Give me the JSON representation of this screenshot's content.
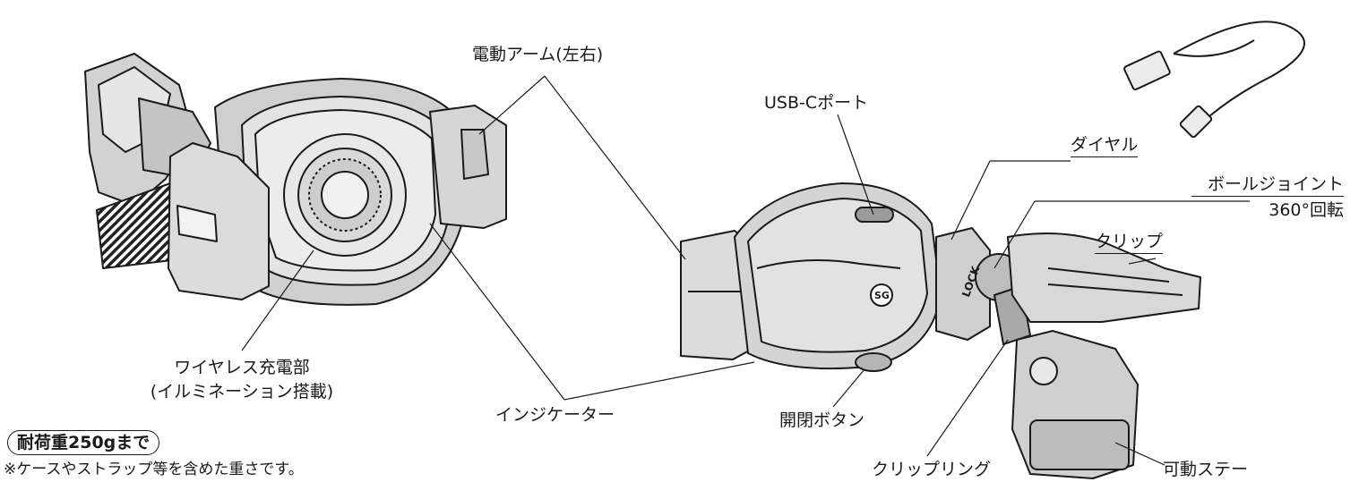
{
  "labels": {
    "arm": "電動アーム(左右)",
    "usbc": "USB-Cポート",
    "dial": "ダイヤル",
    "ball_joint": "ボールジョイント",
    "rotation": "360°回転",
    "clip": "クリップ",
    "wireless_1": "ワイヤレス充電部",
    "wireless_2": "(イルミネーション搭載)",
    "indicator": "インジケーター",
    "button": "開閉ボタン",
    "clip_ring": "クリップリング",
    "stay": "可動ステー"
  },
  "load": {
    "badge": "耐荷重250gまで",
    "note": "※ケースやストラップ等を含めた重さです。"
  },
  "product_marks": {
    "lock": "LOCK",
    "logo": "SG"
  }
}
